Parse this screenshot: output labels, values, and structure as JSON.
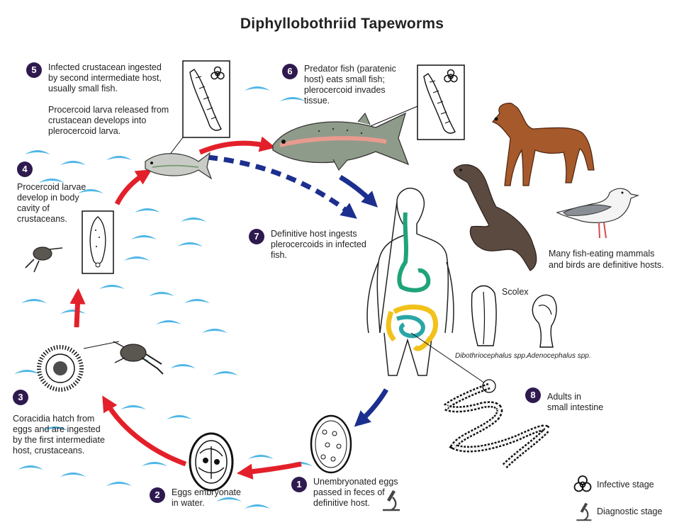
{
  "title": "Diphyllobothriid Tapeworms",
  "colors": {
    "badge": "#2e1a4f",
    "red_arrow": "#e3202a",
    "blue_arrow": "#1c2f8f",
    "water": "#4fb6e6",
    "gut_green": "#1fa37a",
    "gut_yellow": "#f2c21b",
    "gut_teal": "#2aa6a6"
  },
  "steps": [
    {
      "number": "1",
      "lines": [
        "Unembryonated eggs",
        "passed in feces of",
        "definitive host."
      ]
    },
    {
      "number": "2",
      "lines": [
        "Eggs embryonate",
        "in water."
      ]
    },
    {
      "number": "3",
      "lines": [
        "Coracidia hatch from",
        "eggs and are ingested",
        "by the first intermediate",
        "host, crustaceans."
      ]
    },
    {
      "number": "4",
      "lines": [
        "Procercoid larvae",
        "develop in body",
        "cavity of",
        "crustaceans."
      ]
    },
    {
      "number": "5",
      "lines": [
        "Infected crustacean ingested",
        "by second intermediate host,",
        "usually small fish."
      ],
      "extra_lines": [
        "Procercoid larva released from",
        "crustacean develops into",
        "plerocercoid larva."
      ]
    },
    {
      "number": "6",
      "lines": [
        "Predator fish (paratenic",
        "host) eats small fish;",
        "plerocercoid invades",
        "tissue."
      ]
    },
    {
      "number": "7",
      "lines": [
        "Definitive host ingests",
        "plerocercoids in infected",
        "fish."
      ]
    },
    {
      "number": "8",
      "lines": [
        "Adults in",
        "small intestine"
      ]
    }
  ],
  "labels": {
    "hosts_note": [
      "Many fish-eating mammals",
      "and birds are definitive hosts."
    ],
    "scolex": "Scolex",
    "genus1": "Dibothriocephalus spp.",
    "genus2": "Adenocephalus spp."
  },
  "legend": {
    "infective": {
      "label": "Infective stage",
      "icon": "biohazard-icon"
    },
    "diagnostic": {
      "label": "Diagnostic stage",
      "icon": "microscope-icon"
    }
  }
}
